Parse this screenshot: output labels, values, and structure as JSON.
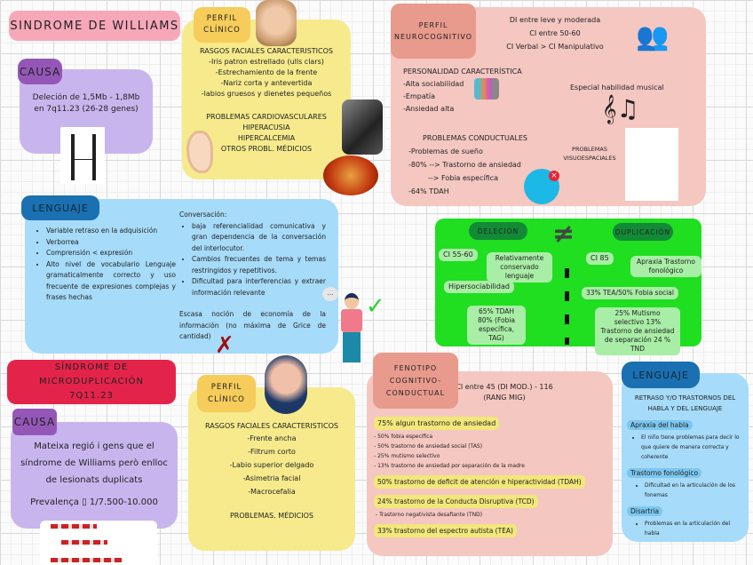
{
  "title": "SINDROME DE WILLIAMS",
  "williams": {
    "causa": {
      "label": "CAUSA",
      "text": "Deleción de 1,5Mb - 1,8Mb en 7q11.23 (26-28 genes)"
    },
    "perfil_clinico": {
      "label": "PERFIL CLÍNICO",
      "heading": "RASGOS FACIALES CARACTERISTICOS",
      "items": [
        "-Iris patron estrellado (ulls clars)",
        "-Estrechamiento de la frente",
        "-Nariz corta y antevertida",
        "-labios gruesos y dienetes pequeños"
      ],
      "other": [
        "PROBLEMAS CARDIOVASCULARES",
        "HIPERACUSIA",
        "HIPERCALCEMIA",
        "OTROS PROBL. MÉDICIOS"
      ]
    },
    "neuro": {
      "label": "PERFIL NEUROCOGNITIVO",
      "ci": [
        "DI entre leve y moderada",
        "CI entre 50-60",
        "CI Verbal > CI Manipulativo"
      ],
      "personalidad": {
        "heading": "PERSONALIDAD CARACTERÍSTICA",
        "items": [
          "-Alta sociabilidad",
          "-Empatía",
          "-Ansiedad alta"
        ]
      },
      "musical": "Especial habilidad musical",
      "conductuales": {
        "heading": "PROBLEMAS CONDUCTUALES",
        "items": [
          "-Problemas de sueño",
          "-80% --> Trastorno de ansiedad",
          "--> Fobia específica",
          "-64% TDAH"
        ]
      },
      "visuoespaciales": "PROBLEMAS VISUOESPACIALES"
    },
    "lenguaje": {
      "label": "LENGUAJE",
      "items": [
        "Variable retraso en la adquisición",
        "Verborrea",
        "Comprensión < expresión",
        "Alto nivel de vocabulario Lenguaje gramaticalmente correcto y uso frecuente de expresiones complejas y frases hechas"
      ],
      "conversacion": "Conversación:",
      "conv_items": [
        "baja referencialidad comunicativa y gran dependencia de la conversación del interlocutor.",
        "Cambios frecuentes de tema y temas restringidos y repetitivos.",
        "Dificultad para interferencias y extraer información relevante"
      ],
      "economia": "Escasa noción de economía de la información (no máxima de Grice de cantidad)",
      "bubble": "..."
    }
  },
  "comparison": {
    "left": "DELECIÓN",
    "right": "DUPLICACIÓN",
    "symbol": "≠",
    "del": [
      "CI 55-60",
      "Relativamente conservado lenguaje",
      "Hipersociabilidad",
      "65% TDAH 80% (Fobia específica, TAG)"
    ],
    "dup": [
      "CI 85",
      "Apraxia Trastorno fonológico",
      "33% TEA/50% Fobia social",
      "25% Mutismo selectivo 13% Trastorno de ansiedad de separación 24 % TND"
    ]
  },
  "micro": {
    "title": "SÍNDROME DE MICRODUPLICACIÓN 7Q11.23",
    "causa": {
      "label": "CAUSA",
      "text": "Mateixa regió i gens que el síndrome de Williams però enlloc de lesionats duplicats",
      "prevalence": "Prevalença ▯ 1/7.500-10.000"
    },
    "perfil_clinico": {
      "label": "PERFIL CLÍNICO",
      "heading": "RASGOS FACIALES CARACTERISTICOS",
      "items": [
        "-Frente ancha",
        "-Filtrum corto",
        "-Labio superior delgado",
        "-Asimetria facial",
        "-Macrocefalia"
      ],
      "other": "PROBLEMAS. MÉDICIOS"
    },
    "fenotipo": {
      "label": "FENOTIPO COGNITIVO-CONDUCTUAL",
      "ci": "CI entre 45 (DI MOD.) - 116 (RANG MIG)",
      "h1": "75% algun trastorno de ansiedad",
      "sub1": [
        "- 50% fobia específica",
        "- 50% trastorno de ansiedad social (TAS)",
        "- 25% mutismo selectivo",
        "- 13% trastorno de ansiedad por separación de la madre"
      ],
      "h2": "50% trastorno de deficit de atención e hiperactividad (TDAH)",
      "h3": "24% trastorno de la Conducta Disruptiva (TCD)",
      "sub3": "- Trastorno negativista desafiante (TND)",
      "h4": "33% trastorno del espectro autista (TEA)"
    },
    "lenguaje": {
      "label": "LENGUAJE",
      "heading": "RETRASO Y/O TRASTORNOS DEL HABLA Y DEL LENGUAJE",
      "sections": [
        {
          "title": "Apraxia del habla",
          "item": "El niño tiene problemas para decir lo que quiere de manera correcta y coherente"
        },
        {
          "title": "Trastorno fonológico",
          "item": "Dificultad en la articulación de los fonemas"
        },
        {
          "title": "Disartria",
          "item": "Problemas en la articulación del habla"
        }
      ]
    }
  },
  "colors": {
    "pink": "#f7a8b8",
    "purple": "#c9b5ee",
    "purple_dark": "#9457b8",
    "yellow": "#f6ea8c",
    "yellow_label": "#f6cc5a",
    "salmon": "#f5c7c1",
    "salmon_label": "#e89a8c",
    "blue": "#a6dbfa",
    "blue_dark": "#1a70b0",
    "green": "#20de20",
    "red": "#e4234b"
  }
}
